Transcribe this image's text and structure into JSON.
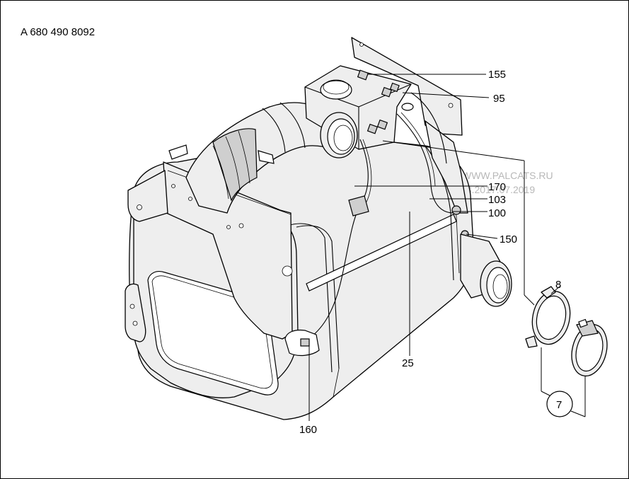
{
  "diagram": {
    "part_number": "A 680 490 8092",
    "watermark_line1": "WWW.PALCATS.RU",
    "watermark_line2": "03.2017.07.2019",
    "callouts": {
      "c155": "155",
      "c95": "95",
      "c170": "170",
      "c103": "103",
      "c100": "100",
      "c150": "150",
      "c8": "8",
      "c7": "7",
      "c25": "25",
      "c160": "160"
    }
  }
}
